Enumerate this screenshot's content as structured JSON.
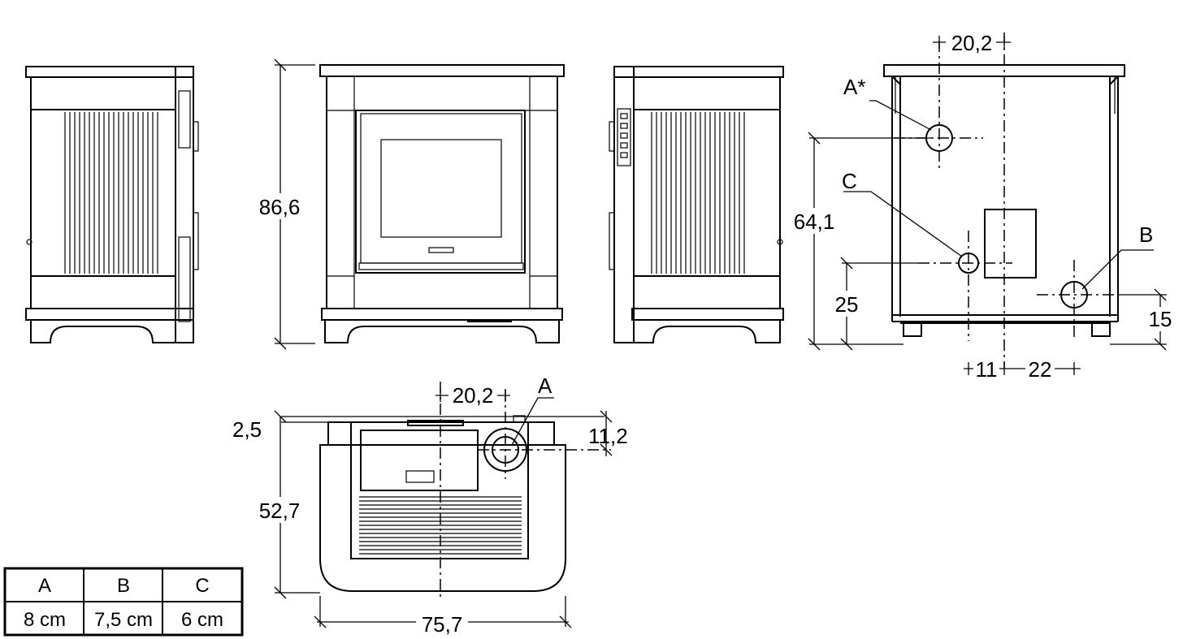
{
  "dimensions": {
    "height_total": "86,6",
    "top_offset_back": "20,2",
    "outlet_a_star": "A*",
    "outlet_c": "C",
    "outlet_b": "B",
    "height_a_star": "64,1",
    "height_c": "25",
    "height_b": "15",
    "offset_c": "11",
    "offset_b": "22",
    "plan_offset": "20,2",
    "plan_outlet_a": "A",
    "plan_top_margin": "2,5",
    "plan_a_offset": "11,2",
    "depth": "52,7",
    "width": "75,7"
  },
  "legend_table": {
    "headers": [
      "A",
      "B",
      "C"
    ],
    "values": [
      "8 cm",
      "7,5 cm",
      "6 cm"
    ]
  }
}
